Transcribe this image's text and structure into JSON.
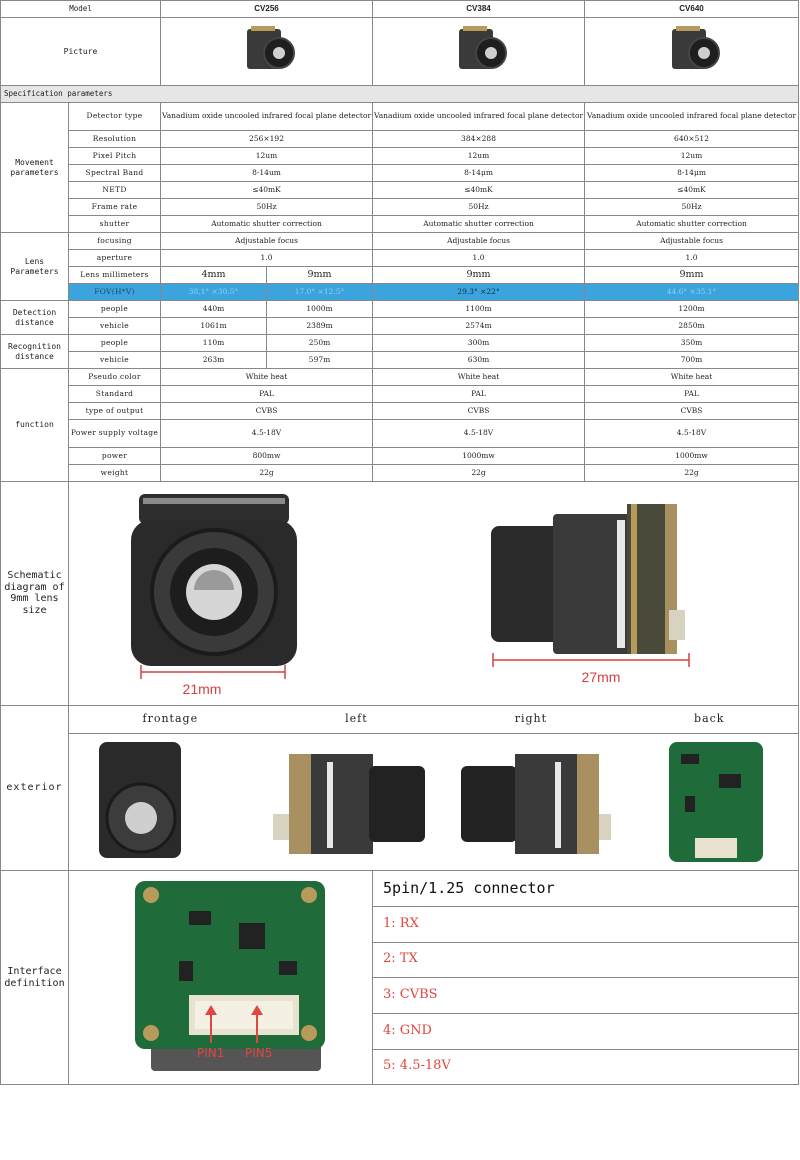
{
  "header": {
    "model_label": "Model",
    "models": [
      "CV256",
      "CV384",
      "CV640"
    ]
  },
  "picture_label": "Picture",
  "spec_band": "Specification parameters",
  "groups": {
    "movement": "Movement parameters",
    "lens": "Lens Parameters",
    "detection": "Detection distance",
    "recognition": "Recognition distance",
    "function": "function",
    "schematic": "Schematic diagram of 9mm lens size",
    "exterior": "exterior",
    "interface": "Interface definition"
  },
  "rows": {
    "detector_type": {
      "label": "Detector type",
      "values": [
        "Vanadium oxide uncooled infrared focal plane detector",
        "Vanadium oxide uncooled infrared focal plane detector",
        "Vanadium oxide uncooled infrared focal plane detector"
      ]
    },
    "resolution": {
      "label": "Resolution",
      "values": [
        "256×192",
        "384×288",
        "640×512"
      ]
    },
    "pixel_pitch": {
      "label": "Pixel Pitch",
      "values": [
        "12um",
        "12um",
        "12um"
      ]
    },
    "spectral_band": {
      "label": "Spectral Band",
      "values": [
        "8-14um",
        "8-14μm",
        "8-14μm"
      ]
    },
    "netd": {
      "label": "NETD",
      "values": [
        "≤40mK",
        "≤40mK",
        "≤40mK"
      ]
    },
    "frame_rate": {
      "label": "Frame rate",
      "values": [
        "50Hz",
        "50Hz",
        "50Hz"
      ]
    },
    "shutter": {
      "label": "shutter",
      "values": [
        "Automatic shutter correction",
        "Automatic shutter correction",
        "Automatic shutter correction"
      ]
    },
    "focusing": {
      "label": "focusing",
      "values": [
        "Adjustable focus",
        "Adjustable focus",
        "Adjustable focus"
      ]
    },
    "aperture": {
      "label": "aperture",
      "values": [
        "1.0",
        "1.0",
        "1.0"
      ]
    },
    "lens_mm": {
      "label": "Lens millimeters",
      "values": [
        "4mm",
        "9mm",
        "9mm",
        "9mm"
      ]
    },
    "fov": {
      "label": "FOV(H*V)",
      "values": [
        "38.1° ×30.5°",
        "17.0° ×12.5°",
        "29.3° ×22°",
        "44.6° ×35.1°"
      ]
    },
    "det_people": {
      "label": "people",
      "values": [
        "440m",
        "1000m",
        "1100m",
        "1200m"
      ]
    },
    "det_vehicle": {
      "label": "vehicle",
      "values": [
        "1061m",
        "2389m",
        "2574m",
        "2850m"
      ]
    },
    "rec_people": {
      "label": "people",
      "values": [
        "110m",
        "250m",
        "300m",
        "350m"
      ]
    },
    "rec_vehicle": {
      "label": "vehicle",
      "values": [
        "263m",
        "597m",
        "630m",
        "700m"
      ]
    },
    "pseudo_color": {
      "label": "Pseudo color",
      "values": [
        "White heat",
        "White heat",
        "White heat"
      ]
    },
    "standard": {
      "label": "Standard",
      "values": [
        "PAL",
        "PAL",
        "PAL"
      ]
    },
    "output": {
      "label": "type of output",
      "values": [
        "CVBS",
        "CVBS",
        "CVBS"
      ]
    },
    "power_supply": {
      "label": "Power supply voltage",
      "values": [
        "4.5-18V",
        "4.5-18V",
        "4.5-18V"
      ]
    },
    "power": {
      "label": "power",
      "values": [
        "800mw",
        "1000mw",
        "1000mw"
      ]
    },
    "weight": {
      "label": "weight",
      "values": [
        "22g",
        "22g",
        "22g"
      ]
    }
  },
  "schematic": {
    "front_dim": "21mm",
    "side_dim": "27mm"
  },
  "exterior_views": [
    "frontage",
    "left",
    "right",
    "back"
  ],
  "interface": {
    "connector": "5pin/1.25 connector",
    "pins": [
      "1: RX",
      "2: TX",
      "3: CVBS",
      "4: GND",
      "5: 4.5-18V"
    ],
    "pin1": "PIN1",
    "pin5": "PIN5"
  }
}
